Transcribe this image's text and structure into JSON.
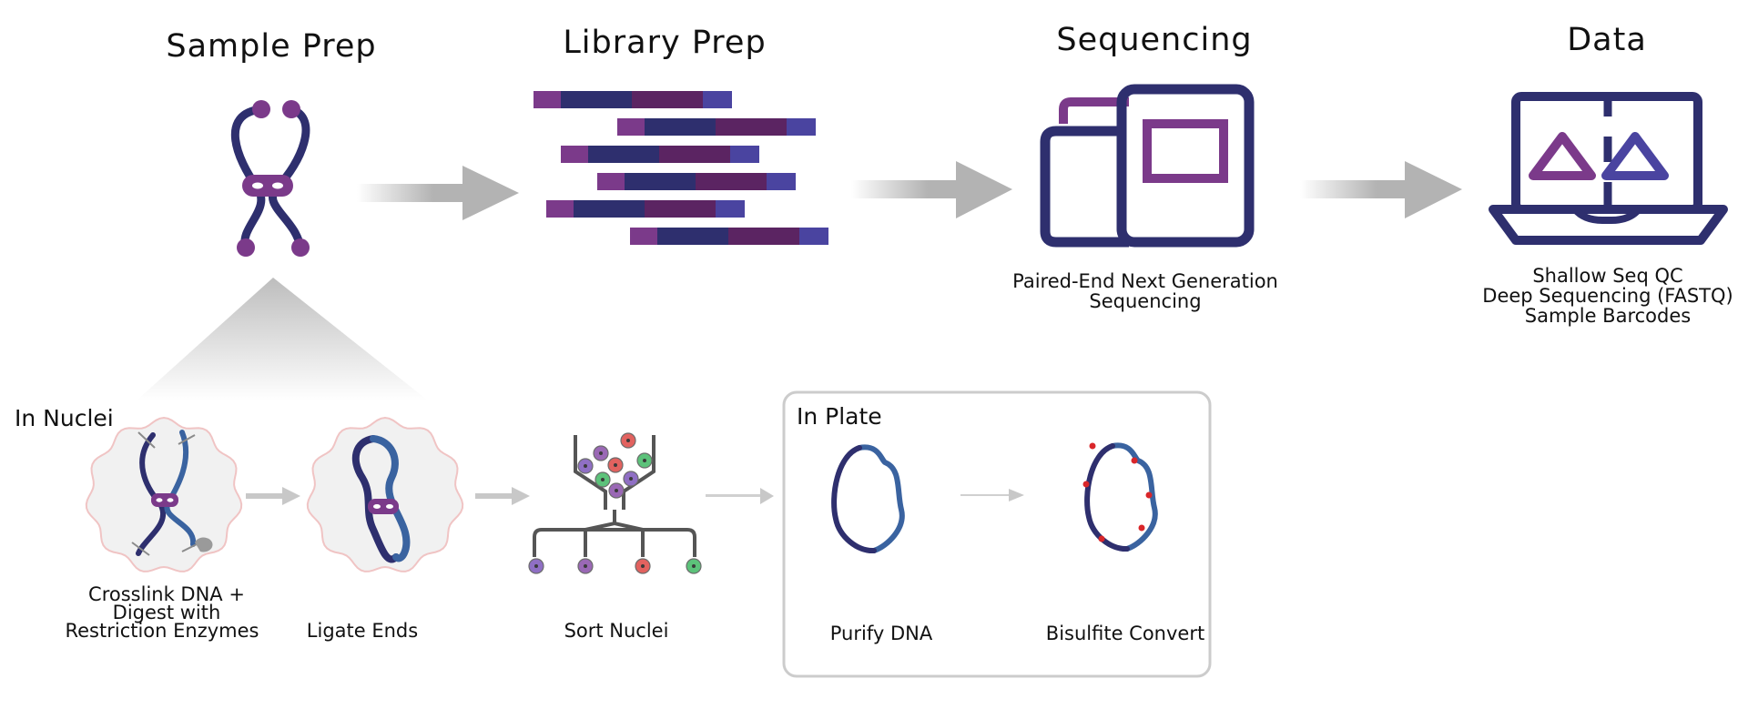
{
  "stages": [
    {
      "title": "Sample Prep"
    },
    {
      "title": "Library Prep"
    },
    {
      "title": "Sequencing",
      "caption": [
        "Paired-End Next Generation",
        "Sequencing"
      ]
    },
    {
      "title": "Data",
      "caption": [
        "Shallow Seq QC",
        "Deep Sequencing (FASTQ)",
        "Sample Barcodes"
      ]
    }
  ],
  "in_nuclei": {
    "label": "In Nuclei",
    "steps": [
      {
        "caption": [
          "Crosslink DNA +",
          "Digest with",
          "Restriction Enzymes"
        ]
      },
      {
        "caption": [
          "Ligate Ends"
        ]
      }
    ]
  },
  "sort_step": {
    "caption": [
      "Sort Nuclei"
    ]
  },
  "in_plate": {
    "label": "In Plate",
    "steps": [
      {
        "caption": [
          "Purify DNA"
        ]
      },
      {
        "caption": [
          "Bisulfite Convert"
        ]
      }
    ]
  },
  "colors": {
    "navy": "#2e2f6e",
    "purple": "#7b3a8a",
    "plum": "#5b2462",
    "indigo": "#4a44a0",
    "steel_blue": "#3a63a0",
    "arrow_gray": "#b3b3b3",
    "nucleus_fill": "#f1f1f1",
    "nucleus_edge": "#f0c4c4",
    "red_mark": "#d9262a",
    "cell_purple": "#8f6fc4",
    "cell_violet": "#9a68b5",
    "cell_red": "#e2625f",
    "cell_green": "#5cc27a",
    "panel_border": "#cccccc"
  }
}
